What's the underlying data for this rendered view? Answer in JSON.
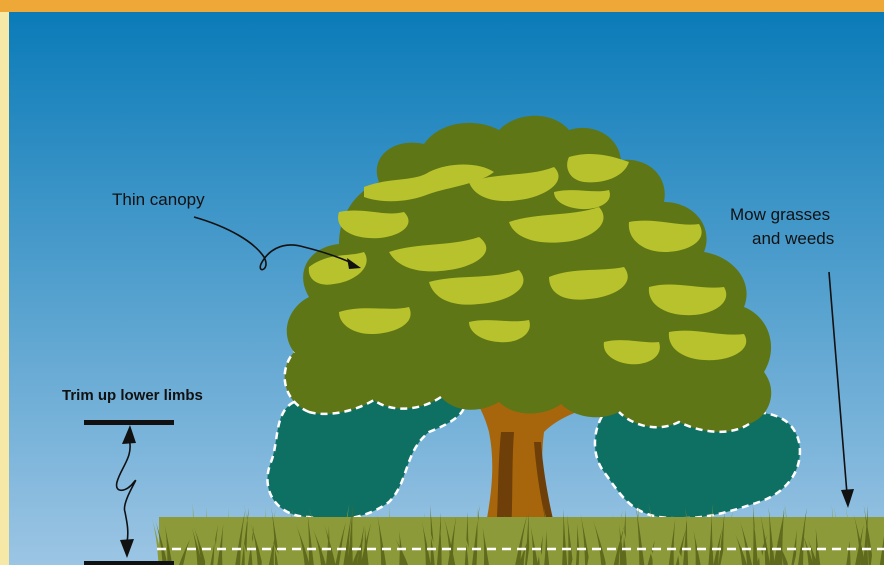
{
  "colors": {
    "frame_orange": "#eda838",
    "frame_cream": "#f6e9a8",
    "sky_top": "#0a7bb8",
    "sky_bottom": "#9cc5e4",
    "canopy_olive": "#5e7615",
    "canopy_highlight": "#b8c22c",
    "lower_foliage": "#0e6f63",
    "trunk": "#a8660c",
    "trunk_dark": "#6e3f08",
    "grass": "#8d9a3a",
    "grass_dark": "#5f6a1c",
    "dashed_outline": "#ffffff"
  },
  "labels": {
    "thin_canopy": "Thin canopy",
    "mow_line1": "Mow grasses",
    "mow_line2": "and weeds",
    "trim_lower": "Trim up lower limbs"
  }
}
